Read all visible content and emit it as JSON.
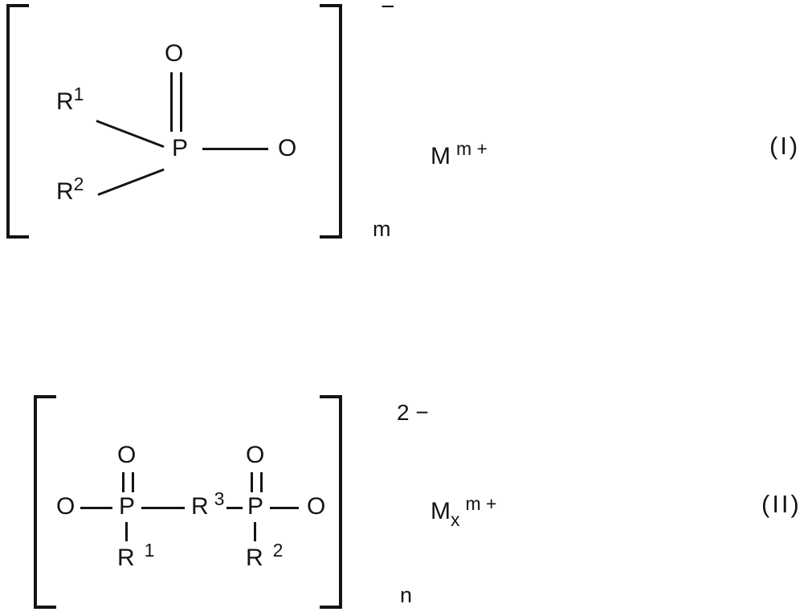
{
  "figure": {
    "type": "chemical-structure-diagram",
    "ink_color": "#141414",
    "background": "#ffffff"
  },
  "formula_I": {
    "charge": "−",
    "repeat_subscript": "m",
    "label": "(I)",
    "atoms": {
      "r1_base": "R",
      "r1_sup": "1",
      "r2_base": "R",
      "r2_sup": "2",
      "o_double_bonded": "O",
      "phosphorus": "P",
      "o_single_bonded": "O"
    },
    "cation": {
      "symbol": "M",
      "sup": "m +"
    }
  },
  "formula_II": {
    "charge": "2 −",
    "repeat_subscript": "n",
    "label": "(II)",
    "atoms": {
      "o_left": "O",
      "p_left": "P",
      "o_top_left": "O",
      "r_bridge_base": "R",
      "r_bridge_sup": "3",
      "p_right": "P",
      "o_top_right": "O",
      "o_right": "O",
      "r_down_left_base": "R",
      "r_down_left_sup": "1",
      "r_down_right_base": "R",
      "r_down_right_sup": "2"
    },
    "cation": {
      "symbol": "M",
      "sub": "x",
      "sup": "m +"
    }
  }
}
